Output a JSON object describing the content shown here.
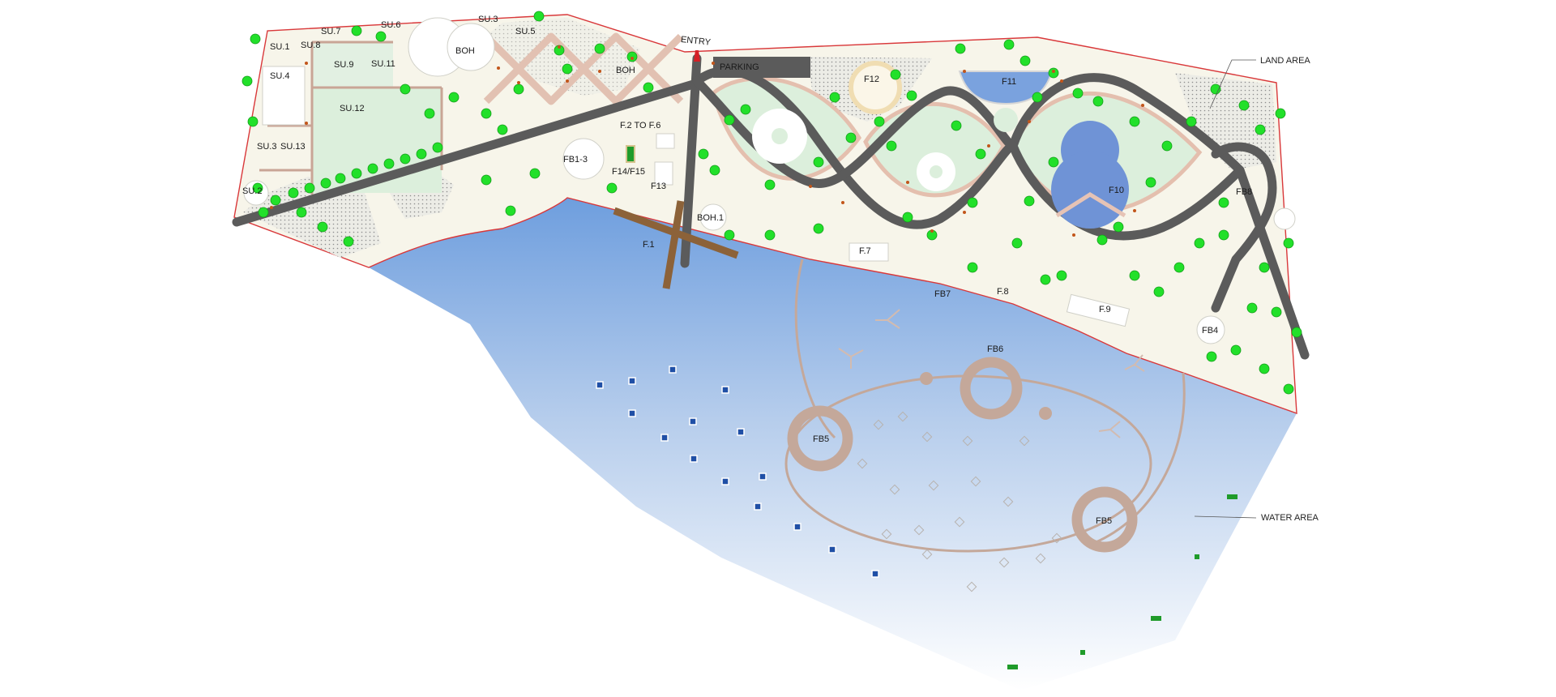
{
  "plan": {
    "labels": {
      "su1": "SU.1",
      "su2": "SU.2",
      "su3a": "SU.3",
      "su3b": "SU.3",
      "su4": "SU.4",
      "su5": "SU.5",
      "su6": "SU.6",
      "su7": "SU.7",
      "su8": "SU.8",
      "su9": "SU.9",
      "su11": "SU.11",
      "su12": "SU.12",
      "su13": "SU.13",
      "boh_a": "BOH",
      "boh_b": "BOH",
      "boh1": "BOH.1",
      "entry": "ENTRY",
      "parking": "PARKING",
      "f1": "F.1",
      "f2to6": "F.2 TO F.6",
      "f7": "F.7",
      "f8": "F.8",
      "f9": "F.9",
      "f10": "F10",
      "f11": "F11",
      "f12": "F12",
      "f13": "F13",
      "f14f15": "F14/F15",
      "fb13": "FB1-3",
      "fb4": "FB4",
      "fb5a": "FB5",
      "fb5b": "FB5",
      "fb6": "FB6",
      "fb7": "FB7",
      "fb8": "FB8"
    },
    "legend": {
      "land_area": "LAND AREA",
      "water_area": "WATER AREA"
    },
    "colors": {
      "land_fill": "#f7f5ea",
      "lawn_fill": "#dcefdc",
      "boundary": "#d9383a",
      "road": "#5b5b5b",
      "path_border": "#e4bfae",
      "water_top": "#6e9ede",
      "water_bottom": "#ffffff",
      "pool": "#6f93d6",
      "pier": "#8c6239",
      "floating_rings": "#c4a89a",
      "trees": "#22e02a"
    }
  }
}
